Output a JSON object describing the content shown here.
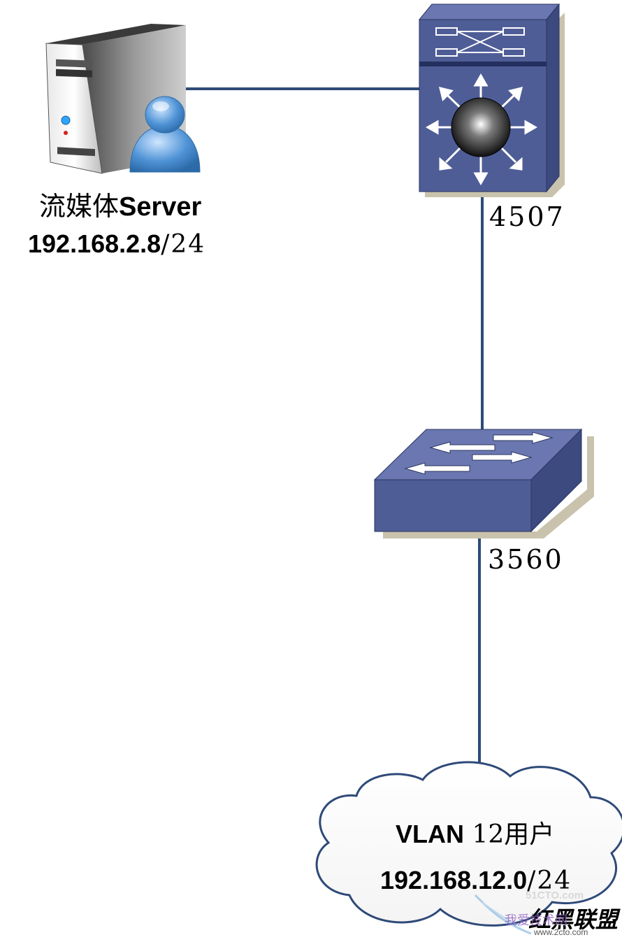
{
  "server": {
    "name_cn": "流媒体",
    "name_en": "Server",
    "ip": "192.168.2.8",
    "mask": "/24"
  },
  "core_switch": {
    "label": "4507"
  },
  "access_switch": {
    "label": "3560"
  },
  "user_cloud": {
    "vlan": "VLAN",
    "vlan_suffix": " 12用户",
    "ip": "192.168.12.0",
    "mask": "/24"
  },
  "watermark": {
    "site": "51CTO.com",
    "brand": "红黑联盟",
    "slogan": "我爱技术网",
    "url": "www.2cto.com"
  },
  "colors": {
    "link": "#2e4a78",
    "device_face": "#4f5d97",
    "device_shadow": "#c9c3ad"
  }
}
